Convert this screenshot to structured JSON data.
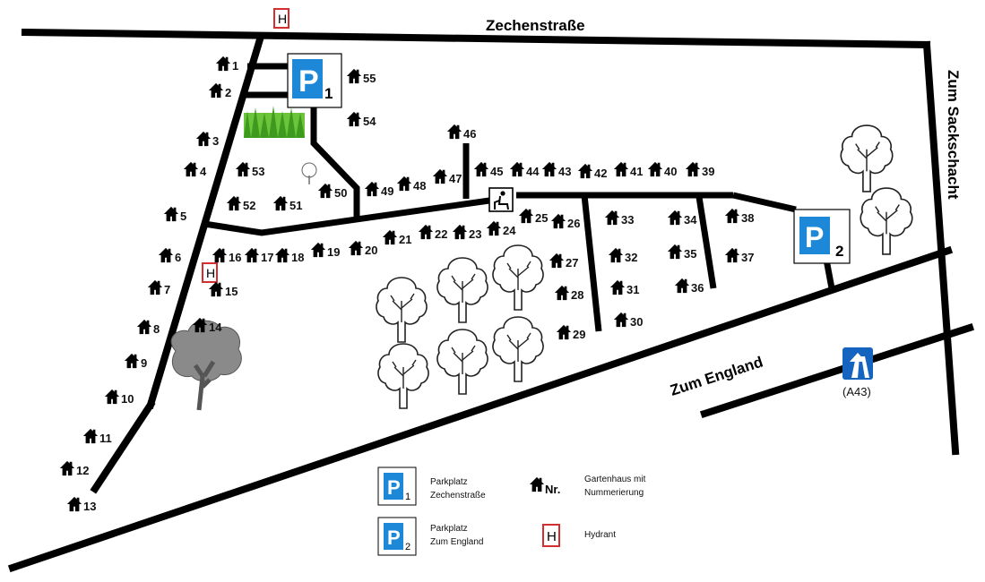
{
  "roads": {
    "top": "Zechenstraße",
    "right": "Zum Sackschacht",
    "diagonal": "Zum England",
    "motorway": "(A43)"
  },
  "parking": [
    {
      "id": "P",
      "num": "1"
    },
    {
      "id": "P",
      "num": "2"
    }
  ],
  "hydrant_symbol": "H",
  "houses": [
    "1",
    "2",
    "3",
    "4",
    "5",
    "6",
    "7",
    "8",
    "9",
    "10",
    "11",
    "12",
    "13",
    "14",
    "15",
    "16",
    "17",
    "18",
    "19",
    "20",
    "21",
    "22",
    "23",
    "24",
    "25",
    "26",
    "27",
    "28",
    "29",
    "30",
    "31",
    "32",
    "33",
    "34",
    "35",
    "36",
    "37",
    "38",
    "39",
    "40",
    "41",
    "42",
    "43",
    "44",
    "45",
    "46",
    "47",
    "48",
    "49",
    "50",
    "51",
    "52",
    "53",
    "54",
    "55"
  ],
  "legend": {
    "p1_line1": "Parkplatz",
    "p1_line2": "Zechenstraße",
    "p2_line1": "Parkplatz",
    "p2_line2": "Zum England",
    "house_nr": "Nr.",
    "house_line1": "Gartenhaus mit",
    "house_line2": "Nummerierung",
    "hydrant": "Hydrant"
  },
  "colors": {
    "parking_blue": "#1e88d8",
    "hydrant_red": "#d32f2f",
    "meadow_green": "#4caf2a",
    "motorway_blue": "#1565c0"
  }
}
